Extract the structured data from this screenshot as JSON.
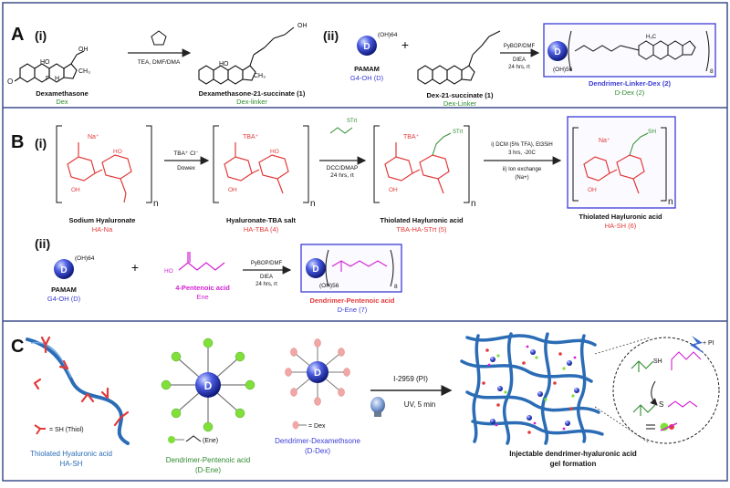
{
  "panel_a": {
    "label": "A",
    "sub_i": "(i)",
    "sub_ii": "(ii)",
    "dex": {
      "name": "Dexamethasone",
      "abbr": "Dex"
    },
    "reagent_a1": "TEA, DMF/DMA",
    "dex_linker": {
      "name": "Dexamethasone-21-succinate (1)",
      "abbr": "Dex-linker"
    },
    "pamam": {
      "name": "PAMAM",
      "name2": "G4-OH (D)",
      "oh": "(OH)64",
      "core": "D"
    },
    "plus": "+",
    "dex21": {
      "name": "Dex-21-succinate (1)",
      "abbr": "Dex-Linker"
    },
    "reagent_a2": [
      "PyBOP/DMF",
      "DIEA",
      "24 hrs, rt"
    ],
    "product_a": {
      "name": "Dendrimer-Linker-Dex (2)",
      "abbr": "D-Dex (2)",
      "oh": "(OH)56",
      "sub": "8"
    }
  },
  "panel_b": {
    "label": "B",
    "sub_i": "(i)",
    "sub_ii": "(ii)",
    "ha_na": {
      "name": "Sodium Hyaluronate",
      "abbr": "HA-Na",
      "ion": "Na⁺"
    },
    "reagent_b1": [
      "TBA⁺ Cl⁻",
      "Dowex"
    ],
    "ha_tba": {
      "name": "Hyaluronate-TBA salt",
      "abbr": "HA-TBA (4)",
      "ion": "TBA⁺"
    },
    "reagent_b2": [
      "DCC/DMAP",
      "24 hrs, rt"
    ],
    "strt": "STrt",
    "tba_strt": {
      "name": "Thiolated Hayluronic acid",
      "abbr": "TBA-HA-STrt (5)"
    },
    "reagent_b3": [
      "i) DCM (5% TFA), Et3SiH",
      "3 hrs, -20C",
      "ii) Ion exchange",
      "(Na+)"
    ],
    "ha_sh": {
      "name": "Thiolated Hayluronic acid",
      "abbr": "HA-SH (6)",
      "sh": "SH"
    },
    "n": "n",
    "ring_oh": "OH",
    "ring_ho": "HO",
    "pamam": {
      "name": "PAMAM",
      "name2": "G4-OH (D)",
      "oh": "(OH)64",
      "core": "D"
    },
    "plus": "+",
    "ene": {
      "name": "4-Pentenoic acid",
      "abbr": "Ene",
      "ho": "HO"
    },
    "reagent_b4": [
      "PyBOP/DMF",
      "DIEA",
      "24 hrs, rt"
    ],
    "product_b": {
      "name": "Dendrimer-Pentenoic acid",
      "abbr": "D-Ene (7)",
      "oh": "(OH)56",
      "sub": "8"
    }
  },
  "panel_c": {
    "label": "C",
    "thiol_legend": "= SH (Thiol)",
    "ene_legend": "(Ene)",
    "dex_legend": "= Dex",
    "core": "D",
    "ha_sh_name": "Thiolated Hyaluronic acid",
    "ha_sh_abbr": "HA-SH",
    "d_ene_name": "Dendrimer-Pentenoic acid",
    "d_ene_abbr": "(D-Ene)",
    "d_dex_name": "Dendrimer-Dexamethsone",
    "d_dex_abbr": "(D-Dex)",
    "photo_top": "I-2959 (PI)",
    "photo_bottom": "UV, 5 min",
    "gel_title": "Injectable dendrimer-hyaluronic acid",
    "gel_title2": "gel formation",
    "zoom_sh": "SH",
    "zoom_pi": "+ PI",
    "zoom_s": "S",
    "colors": {
      "border": "#3f4f8a",
      "blue_text": "#3b3bd6",
      "green_text": "#2e8b2e",
      "red": "#e23a3a",
      "magenta": "#d21fd2",
      "rope": "#2a6cb5",
      "sphere": "#3848c8",
      "leaf": "#7fe03a"
    }
  }
}
